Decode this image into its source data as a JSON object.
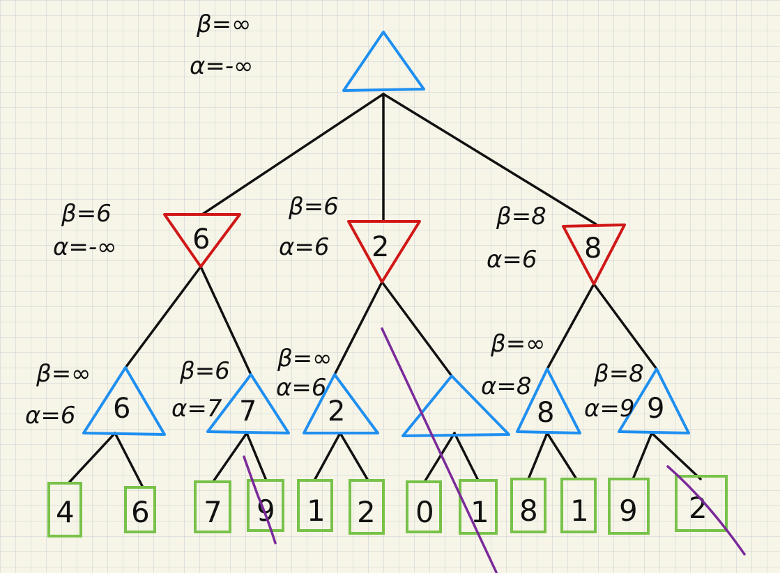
{
  "root": {
    "beta": "β=∞",
    "alpha": "α=-∞"
  },
  "min_nodes": [
    {
      "value": "6",
      "beta": "β=6",
      "alpha": "α=-∞"
    },
    {
      "value": "2",
      "beta": "β=6",
      "alpha": "α=6"
    },
    {
      "value": "8",
      "beta": "β=8",
      "alpha": "α=6"
    }
  ],
  "max_nodes": [
    {
      "value": "6",
      "beta": "β=∞",
      "alpha": "α=6"
    },
    {
      "value": "7",
      "beta": "β=6",
      "alpha": "α=7"
    },
    {
      "value": "2",
      "beta": "β=∞",
      "alpha": "α=6"
    },
    {
      "value": "",
      "beta": "",
      "alpha": ""
    },
    {
      "value": "8",
      "beta": "β=∞",
      "alpha": "α=8"
    },
    {
      "value": "9",
      "beta": "β=8",
      "alpha": "α=9"
    }
  ],
  "leaves": [
    "4",
    "6",
    "7",
    "9",
    "1",
    "2",
    "0",
    "1",
    "8",
    "1",
    "9",
    "2"
  ],
  "colors": {
    "max_node": "#1f8ff0",
    "min_node": "#d01818",
    "leaf_box": "#78c24a",
    "prune_line": "#7b2a9a",
    "edge": "#111111"
  }
}
